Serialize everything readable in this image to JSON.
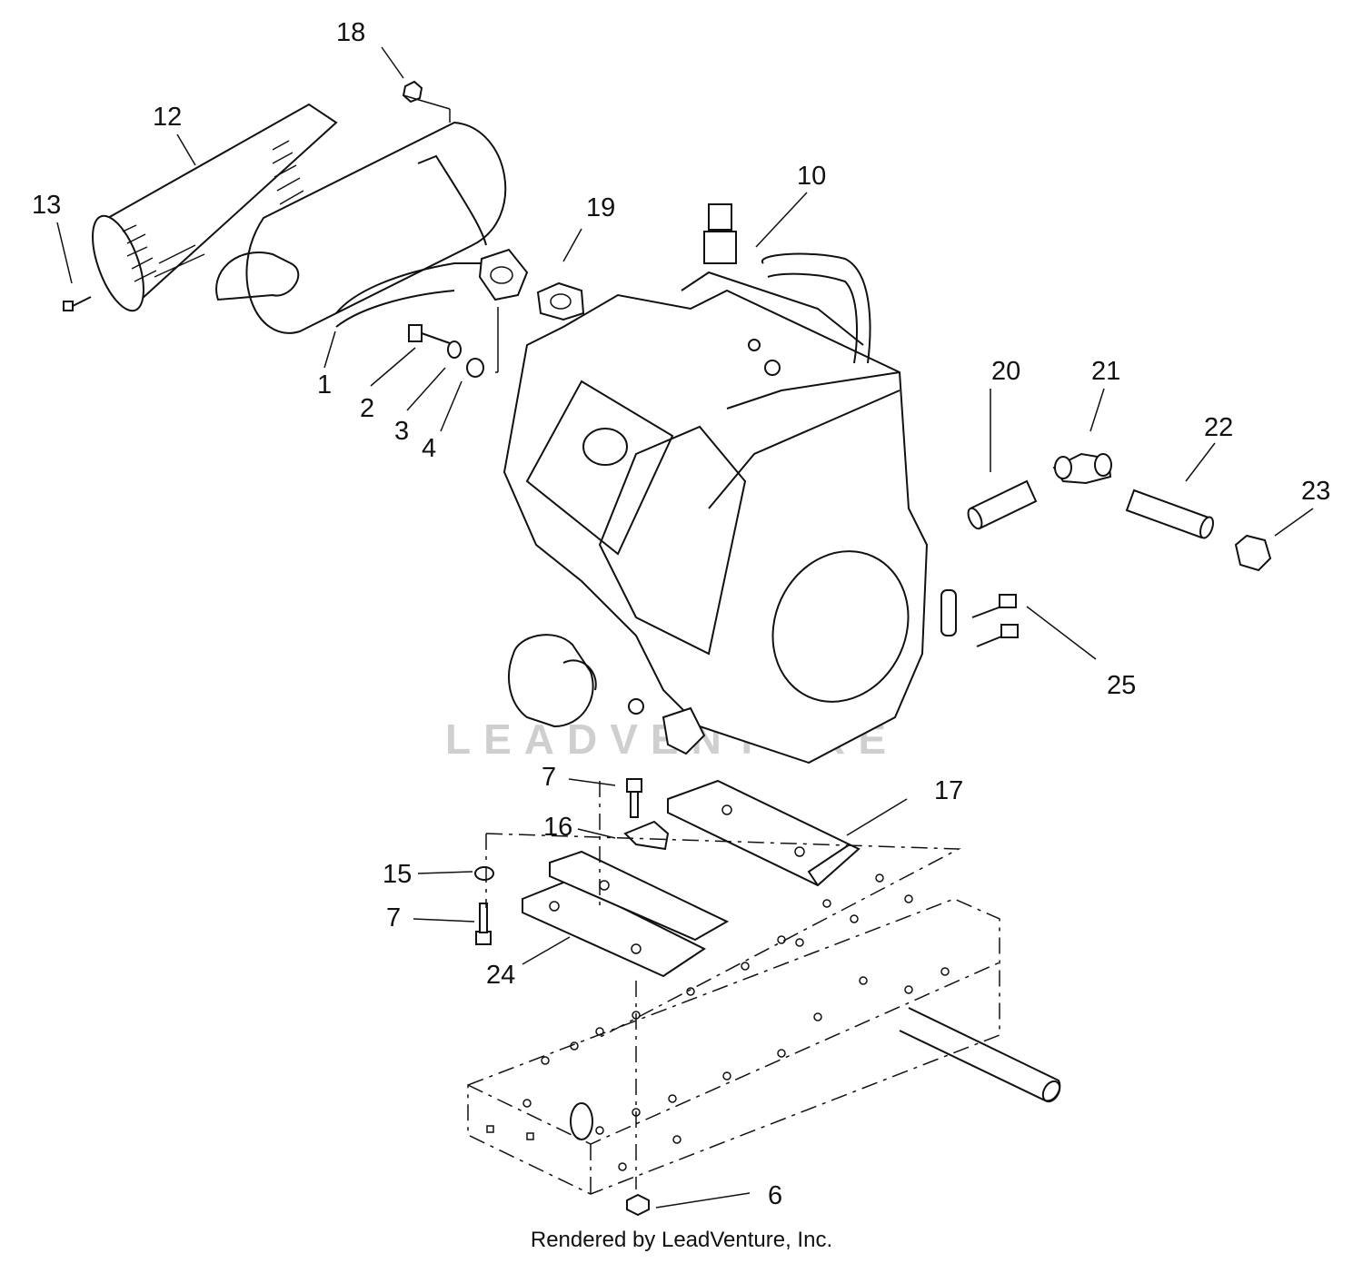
{
  "watermark": "LEADVENTURE",
  "credit": "Rendered by LeadVenture, Inc.",
  "callouts": {
    "c1": "1",
    "c2": "2",
    "c3": "3",
    "c4": "4",
    "c6": "6",
    "c7a": "7",
    "c7b": "7",
    "c10": "10",
    "c12": "12",
    "c13": "13",
    "c15": "15",
    "c16": "16",
    "c17": "17",
    "c18": "18",
    "c19": "19",
    "c20": "20",
    "c21": "21",
    "c22": "22",
    "c23": "23",
    "c24": "24",
    "c25": "25"
  }
}
